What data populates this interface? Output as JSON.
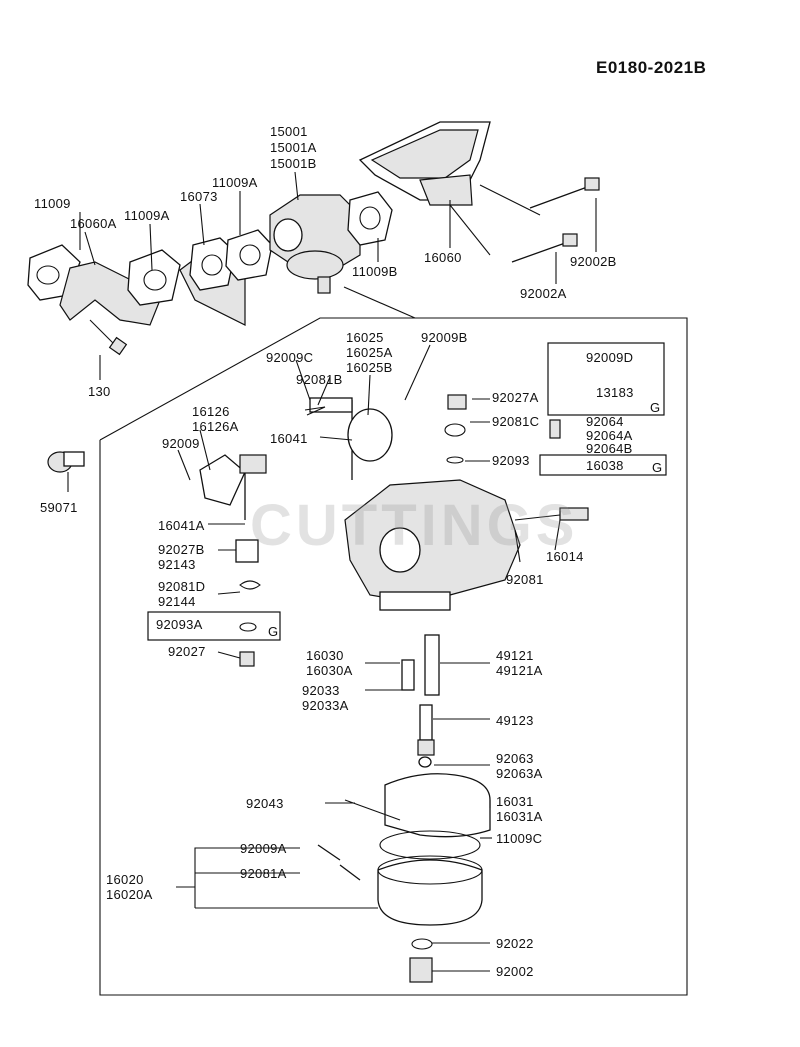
{
  "diagram_id": "E0180-2021B",
  "watermark": "CUTTINGS",
  "labels": {
    "l11009": "11009",
    "l16060A": "16060A",
    "l11009A_1": "11009A",
    "l16073": "16073",
    "l11009A_2": "11009A",
    "l15001": "15001",
    "l15001A": "15001A",
    "l15001B": "15001B",
    "l11009B": "11009B",
    "l16060": "16060",
    "l92002B": "92002B",
    "l92002A": "92002A",
    "l130": "130",
    "l59071": "59071",
    "l92009C": "92009C",
    "l92081B": "92081B",
    "l16025": "16025",
    "l16025A": "16025A",
    "l16025B": "16025B",
    "l92009B": "92009B",
    "l16041": "16041",
    "l16126": "16126",
    "l16126A": "16126A",
    "l92009": "92009",
    "l16041A": "16041A",
    "l92027B": "92027B",
    "l92143": "92143",
    "l92081D": "92081D",
    "l92144": "92144",
    "l92093A": "92093A",
    "lG1": "G",
    "l92027": "92027",
    "l92009D": "92009D",
    "l13183": "13183",
    "lG2": "G",
    "l92027A": "92027A",
    "l92081C": "92081C",
    "l92064": "92064",
    "l92064A": "92064A",
    "l92064B": "92064B",
    "l92093": "92093",
    "l16038": "16038",
    "lG3": "G",
    "l16014": "16014",
    "l92081": "92081",
    "l16030": "16030",
    "l16030A": "16030A",
    "l49121": "49121",
    "l49121A": "49121A",
    "l92033": "92033",
    "l92033A": "92033A",
    "l49123": "49123",
    "l92063": "92063",
    "l92063A": "92063A",
    "l92043": "92043",
    "l16031": "16031",
    "l16031A": "16031A",
    "l11009C": "11009C",
    "l92009A": "92009A",
    "l16020": "16020",
    "l16020A": "16020A",
    "l92081A": "92081A",
    "l92022": "92022",
    "l92002": "92002"
  }
}
